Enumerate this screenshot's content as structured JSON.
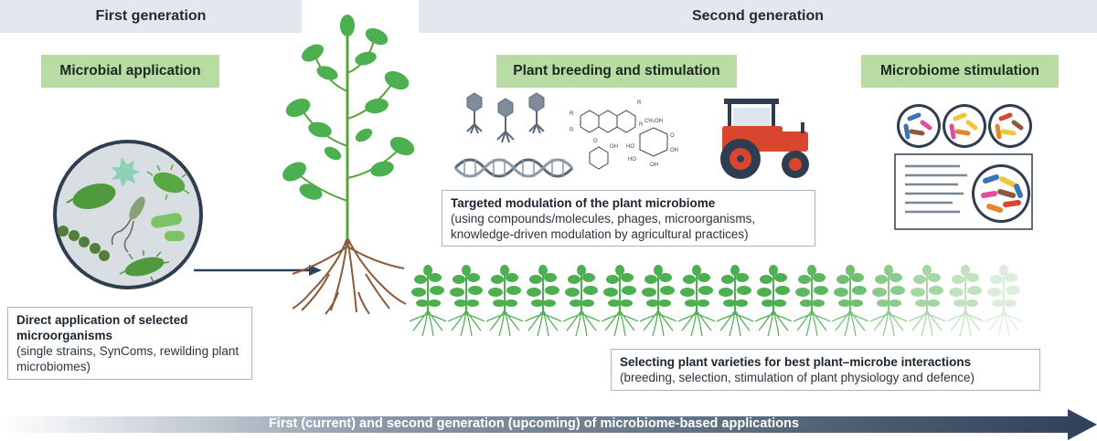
{
  "header": {
    "first_generation": "First generation",
    "second_generation": "Second generation"
  },
  "sections": {
    "microbial_application": "Microbial application",
    "plant_breeding": "Plant breeding and stimulation",
    "microbiome_stimulation": "Microbiome stimulation"
  },
  "boxes": {
    "direct_application": {
      "title": "Direct application of selected microorganisms",
      "body": "(single strains, SynComs, rewilding plant microbiomes)"
    },
    "targeted_modulation": {
      "title": "Targeted modulation of the plant microbiome",
      "body": "(using compounds/molecules, phages, microorganisms, knowledge-driven modulation by agricultural practices)"
    },
    "selecting_varieties": {
      "title": "Selecting plant varieties for best plant–microbe interactions",
      "body": "(breeding, selection, stimulation of plant physiology and defence)"
    }
  },
  "bottom_arrow": {
    "label": "First (current) and second generation (upcoming) of microbiome-based applications"
  },
  "colors": {
    "header_bg": "#e3e8ef",
    "green_label": "#b9dca4",
    "leaf_green": "#4caf50",
    "arrow_navy": "#2e4159",
    "tractor_red": "#d9452f"
  },
  "icons": [
    "petri-dish-icon",
    "plant-icon",
    "phage-icon",
    "dna-icon",
    "molecule-icon",
    "tractor-icon",
    "bacteria-dish-icon",
    "document-icon",
    "seedling-icon"
  ]
}
